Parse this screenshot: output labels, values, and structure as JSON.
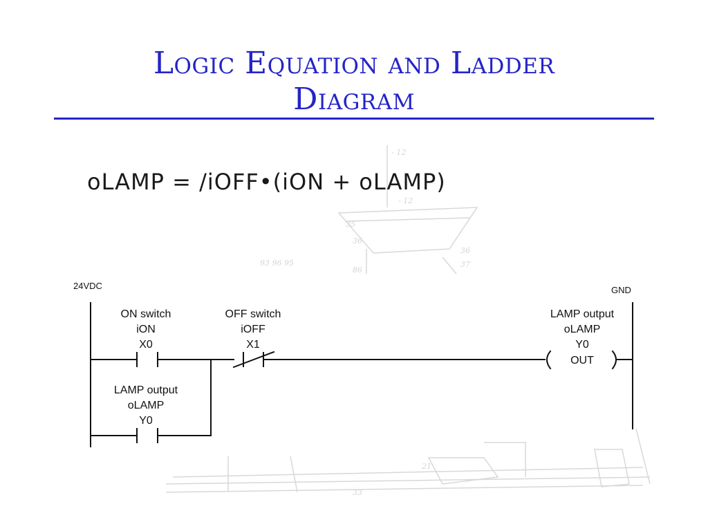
{
  "slide": {
    "title_line1": "Logic Equation and Ladder",
    "title_line2": "Diagram",
    "equation": "oLAMP = /iOFF•(iON + oLAMP)",
    "accent_color": "#2424c8"
  },
  "ladder": {
    "left_rail_label": "24VDC",
    "right_rail_label": "GND",
    "on_switch": {
      "line1": "ON switch",
      "line2": "iON",
      "line3": "X0"
    },
    "off_switch": {
      "line1": "OFF switch",
      "line2": "iOFF",
      "line3": "X1"
    },
    "lamp_coil": {
      "line1": "LAMP output",
      "line2": "oLAMP",
      "line3": "Y0",
      "coil_text": "OUT"
    },
    "lamp_contact": {
      "line1": "LAMP output",
      "line2": "oLAMP",
      "line3": "Y0"
    }
  }
}
